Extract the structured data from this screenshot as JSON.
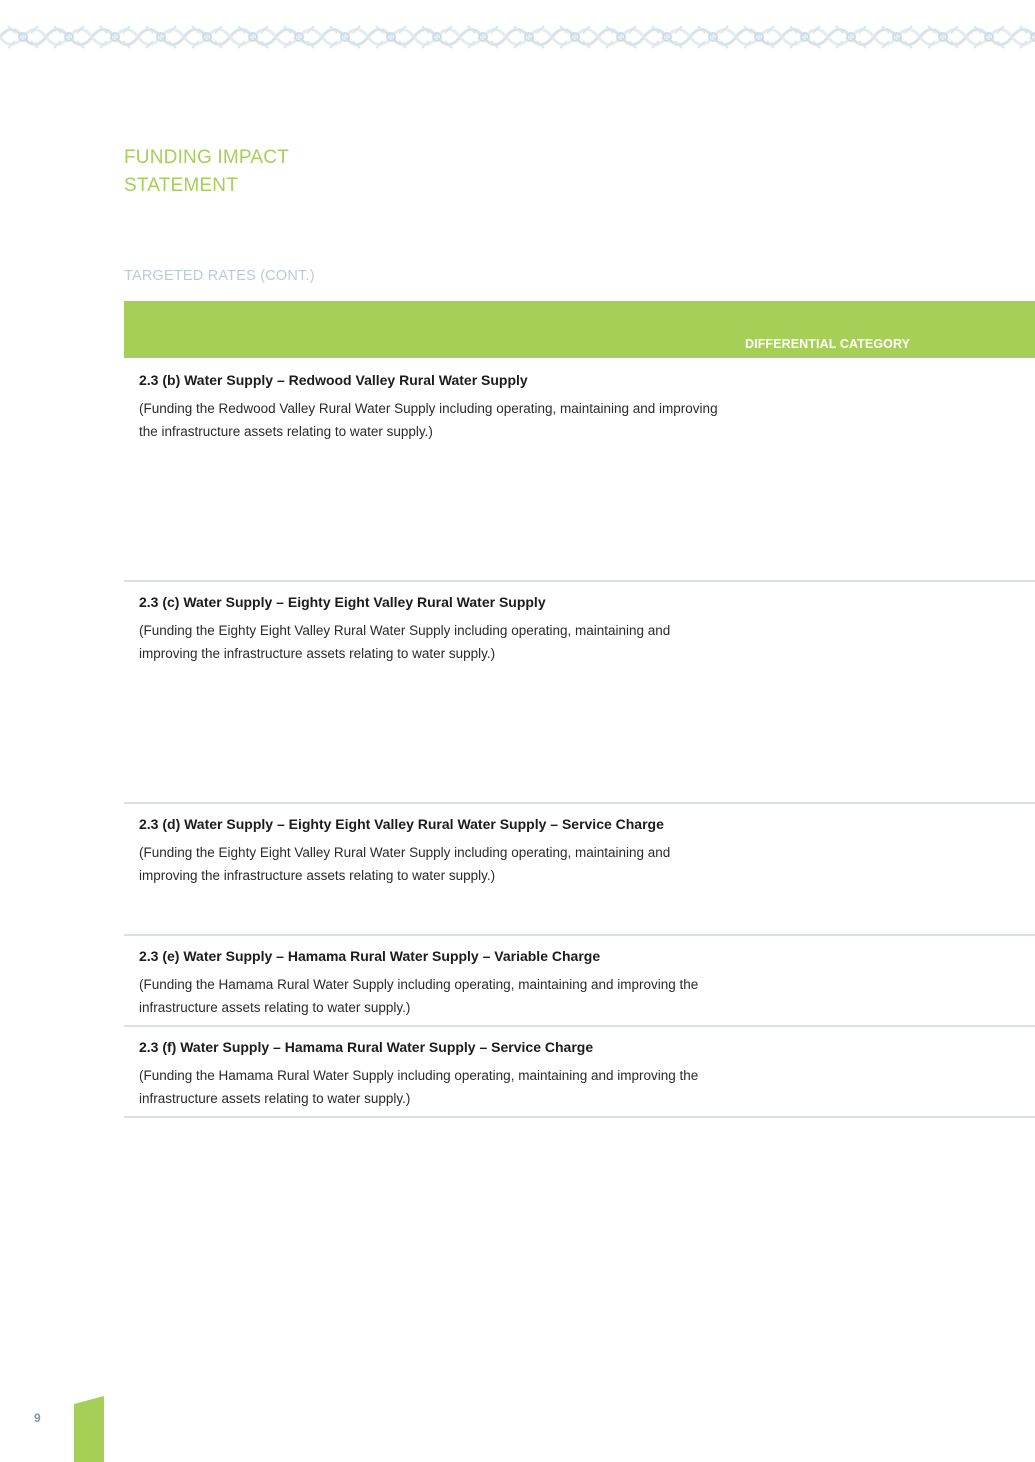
{
  "header": {
    "heading_line1": "FUNDING IMPACT",
    "heading_line2": "STATEMENT",
    "subheading": "TARGETED RATES (CONT.)"
  },
  "table": {
    "column_header": "DIFFERENTIAL CATEGORY",
    "rows": [
      {
        "title": "2.3 (b) Water Supply – Redwood Valley Rural Water Supply",
        "description": "(Funding the Redwood Valley Rural Water Supply including operating, maintaining and improving the infrastructure assets relating to water supply.)"
      },
      {
        "title": "2.3 (c) Water Supply – Eighty Eight Valley Rural Water Supply",
        "description": "(Funding the Eighty Eight Valley Rural Water Supply including operating, maintaining and improving the infrastructure assets relating to water supply.)"
      },
      {
        "title": "2.3 (d) Water Supply – Eighty Eight Valley Rural Water Supply – Service Charge",
        "description": "(Funding the Eighty Eight Valley Rural Water Supply including operating, maintaining and improving the infrastructure assets relating to water supply.)"
      },
      {
        "title": "2.3 (e) Water Supply – Hamama Rural Water Supply – Variable Charge",
        "description": "(Funding the Hamama Rural Water Supply including operating, maintaining and improving the infrastructure assets relating to water supply.)"
      },
      {
        "title": "2.3 (f) Water Supply – Hamama Rural Water Supply – Service Charge",
        "description": "(Funding the Hamama Rural Water Supply including operating, maintaining and improving the infrastructure assets relating to water supply.)"
      }
    ]
  },
  "footer": {
    "page_number": "9"
  },
  "colors": {
    "accent_green": "#a5cf56",
    "muted_blue": "#b9ccd6",
    "divider": "#d5e0e8"
  }
}
